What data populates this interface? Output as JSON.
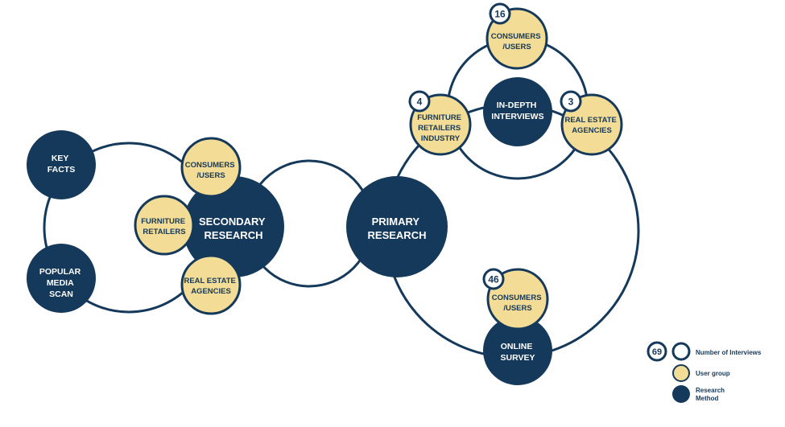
{
  "colors": {
    "navy": "#15395a",
    "yellow": "#f3dc95",
    "white": "#ffffff"
  },
  "nodes": {
    "key_facts": {
      "lines": [
        "KEY",
        "FACTS"
      ]
    },
    "popular_media_scan": {
      "lines": [
        "POPULAR",
        "MEDIA",
        "SCAN"
      ]
    },
    "secondary_research": {
      "lines": [
        "SECONDARY",
        "RESEARCH"
      ]
    },
    "secondary_consumers": {
      "lines": [
        "CONSUMERS",
        "/USERS"
      ]
    },
    "secondary_furniture": {
      "lines": [
        "FURNITURE",
        "RETAILERS"
      ]
    },
    "secondary_real_estate": {
      "lines": [
        "REAL ESTATE",
        "AGENCIES"
      ]
    },
    "primary_research": {
      "lines": [
        "PRIMARY",
        "RESEARCH"
      ]
    },
    "in_depth_interviews": {
      "lines": [
        "IN-DEPTH",
        "INTERVIEWS"
      ]
    },
    "interview_consumers": {
      "lines": [
        "CONSUMERS",
        "/USERS"
      ],
      "count": "16"
    },
    "interview_furniture": {
      "lines": [
        "FURNITURE",
        "RETAILERS",
        "INDUSTRY"
      ],
      "count": "4"
    },
    "interview_real_estate": {
      "lines": [
        "REAL ESTATE",
        "AGENCIES"
      ],
      "count": "3"
    },
    "online_survey": {
      "lines": [
        "ONLINE",
        "SURVEY"
      ]
    },
    "survey_consumers": {
      "lines": [
        "CONSUMERS",
        "/USERS"
      ],
      "count": "46"
    }
  },
  "legend": {
    "total_count": "69",
    "interviews_label": "Number of Interviews",
    "user_group_label": "User group",
    "research_method_lines": [
      "Research",
      "Method"
    ]
  }
}
